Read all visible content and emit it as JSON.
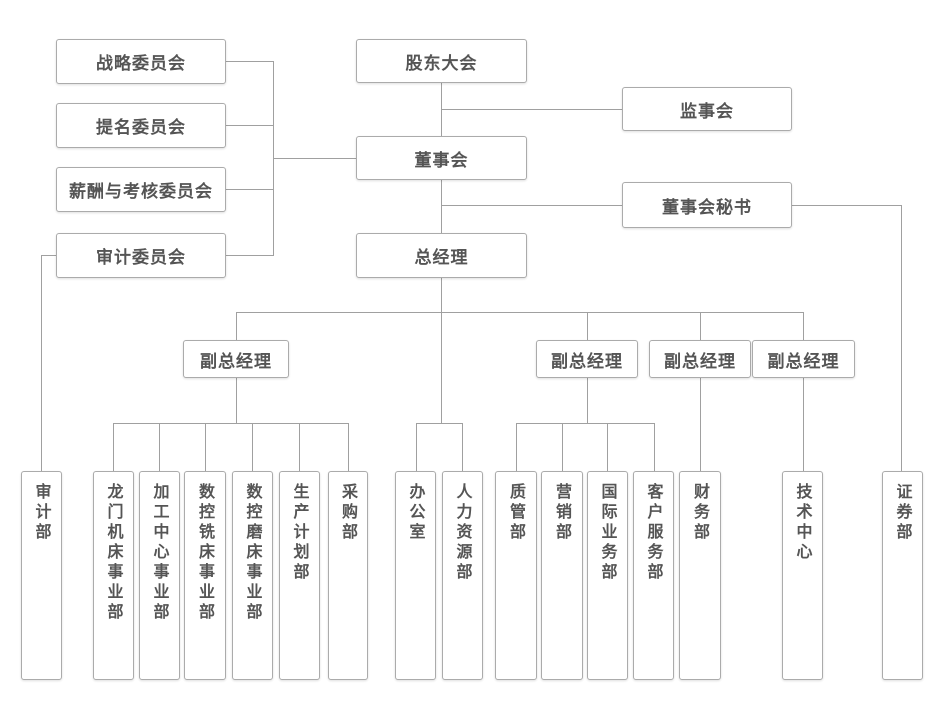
{
  "colors": {
    "background": "#ffffff",
    "box_border": "#ababab",
    "connector_line": "#a0a0a0",
    "text": "#555555"
  },
  "nodes": {
    "strategy_committee": {
      "label": "战略委员会"
    },
    "nomination_committee": {
      "label": "提名委员会"
    },
    "compensation_committee": {
      "label": "薪酬与考核委员会"
    },
    "audit_committee": {
      "label": "审计委员会"
    },
    "shareholders_meeting": {
      "label": "股东大会"
    },
    "supervisory_board": {
      "label": "监事会"
    },
    "board_of_directors": {
      "label": "董事会"
    },
    "board_secretary": {
      "label": "董事会秘书"
    },
    "general_manager": {
      "label": "总经理"
    },
    "vp1": {
      "label": "副总经理"
    },
    "vp2": {
      "label": "副总经理"
    },
    "vp3": {
      "label": "副总经理"
    },
    "vp4": {
      "label": "副总经理"
    }
  },
  "departments": {
    "audit_dept": {
      "label": "审计部"
    },
    "gantry_machine_div": {
      "label": "龙门机床事业部"
    },
    "machining_center_div": {
      "label": "加工中心事业部"
    },
    "cnc_milling_div": {
      "label": "数控铣床事业部"
    },
    "cnc_grinding_div": {
      "label": "数控磨床事业部"
    },
    "production_planning_dept": {
      "label": "生产计划部"
    },
    "purchasing_dept": {
      "label": "采购部"
    },
    "office": {
      "label": "办公室"
    },
    "hr_dept": {
      "label": "人力资源部"
    },
    "quality_dept": {
      "label": "质管部"
    },
    "marketing_dept": {
      "label": "营销部"
    },
    "international_business_dept": {
      "label": "国际业务部"
    },
    "customer_service_dept": {
      "label": "客户服务部"
    },
    "finance_dept": {
      "label": "财务部"
    },
    "technology_center": {
      "label": "技术中心"
    },
    "securities_dept": {
      "label": "证券部"
    }
  },
  "edges": [
    [
      "shareholders_meeting",
      "board_of_directors"
    ],
    [
      "shareholders_meeting",
      "supervisory_board"
    ],
    [
      "board_of_directors",
      "strategy_committee"
    ],
    [
      "board_of_directors",
      "nomination_committee"
    ],
    [
      "board_of_directors",
      "compensation_committee"
    ],
    [
      "board_of_directors",
      "audit_committee"
    ],
    [
      "board_of_directors",
      "board_secretary"
    ],
    [
      "board_of_directors",
      "general_manager"
    ],
    [
      "audit_committee",
      "audit_dept"
    ],
    [
      "board_secretary",
      "securities_dept"
    ],
    [
      "general_manager",
      "vp1"
    ],
    [
      "general_manager",
      "vp2"
    ],
    [
      "general_manager",
      "vp3"
    ],
    [
      "general_manager",
      "vp4"
    ],
    [
      "general_manager",
      "office"
    ],
    [
      "general_manager",
      "hr_dept"
    ],
    [
      "vp1",
      "gantry_machine_div"
    ],
    [
      "vp1",
      "machining_center_div"
    ],
    [
      "vp1",
      "cnc_milling_div"
    ],
    [
      "vp1",
      "cnc_grinding_div"
    ],
    [
      "vp1",
      "production_planning_dept"
    ],
    [
      "vp1",
      "purchasing_dept"
    ],
    [
      "vp2",
      "quality_dept"
    ],
    [
      "vp2",
      "marketing_dept"
    ],
    [
      "vp2",
      "international_business_dept"
    ],
    [
      "vp2",
      "customer_service_dept"
    ],
    [
      "vp3",
      "finance_dept"
    ],
    [
      "vp4",
      "technology_center"
    ]
  ]
}
